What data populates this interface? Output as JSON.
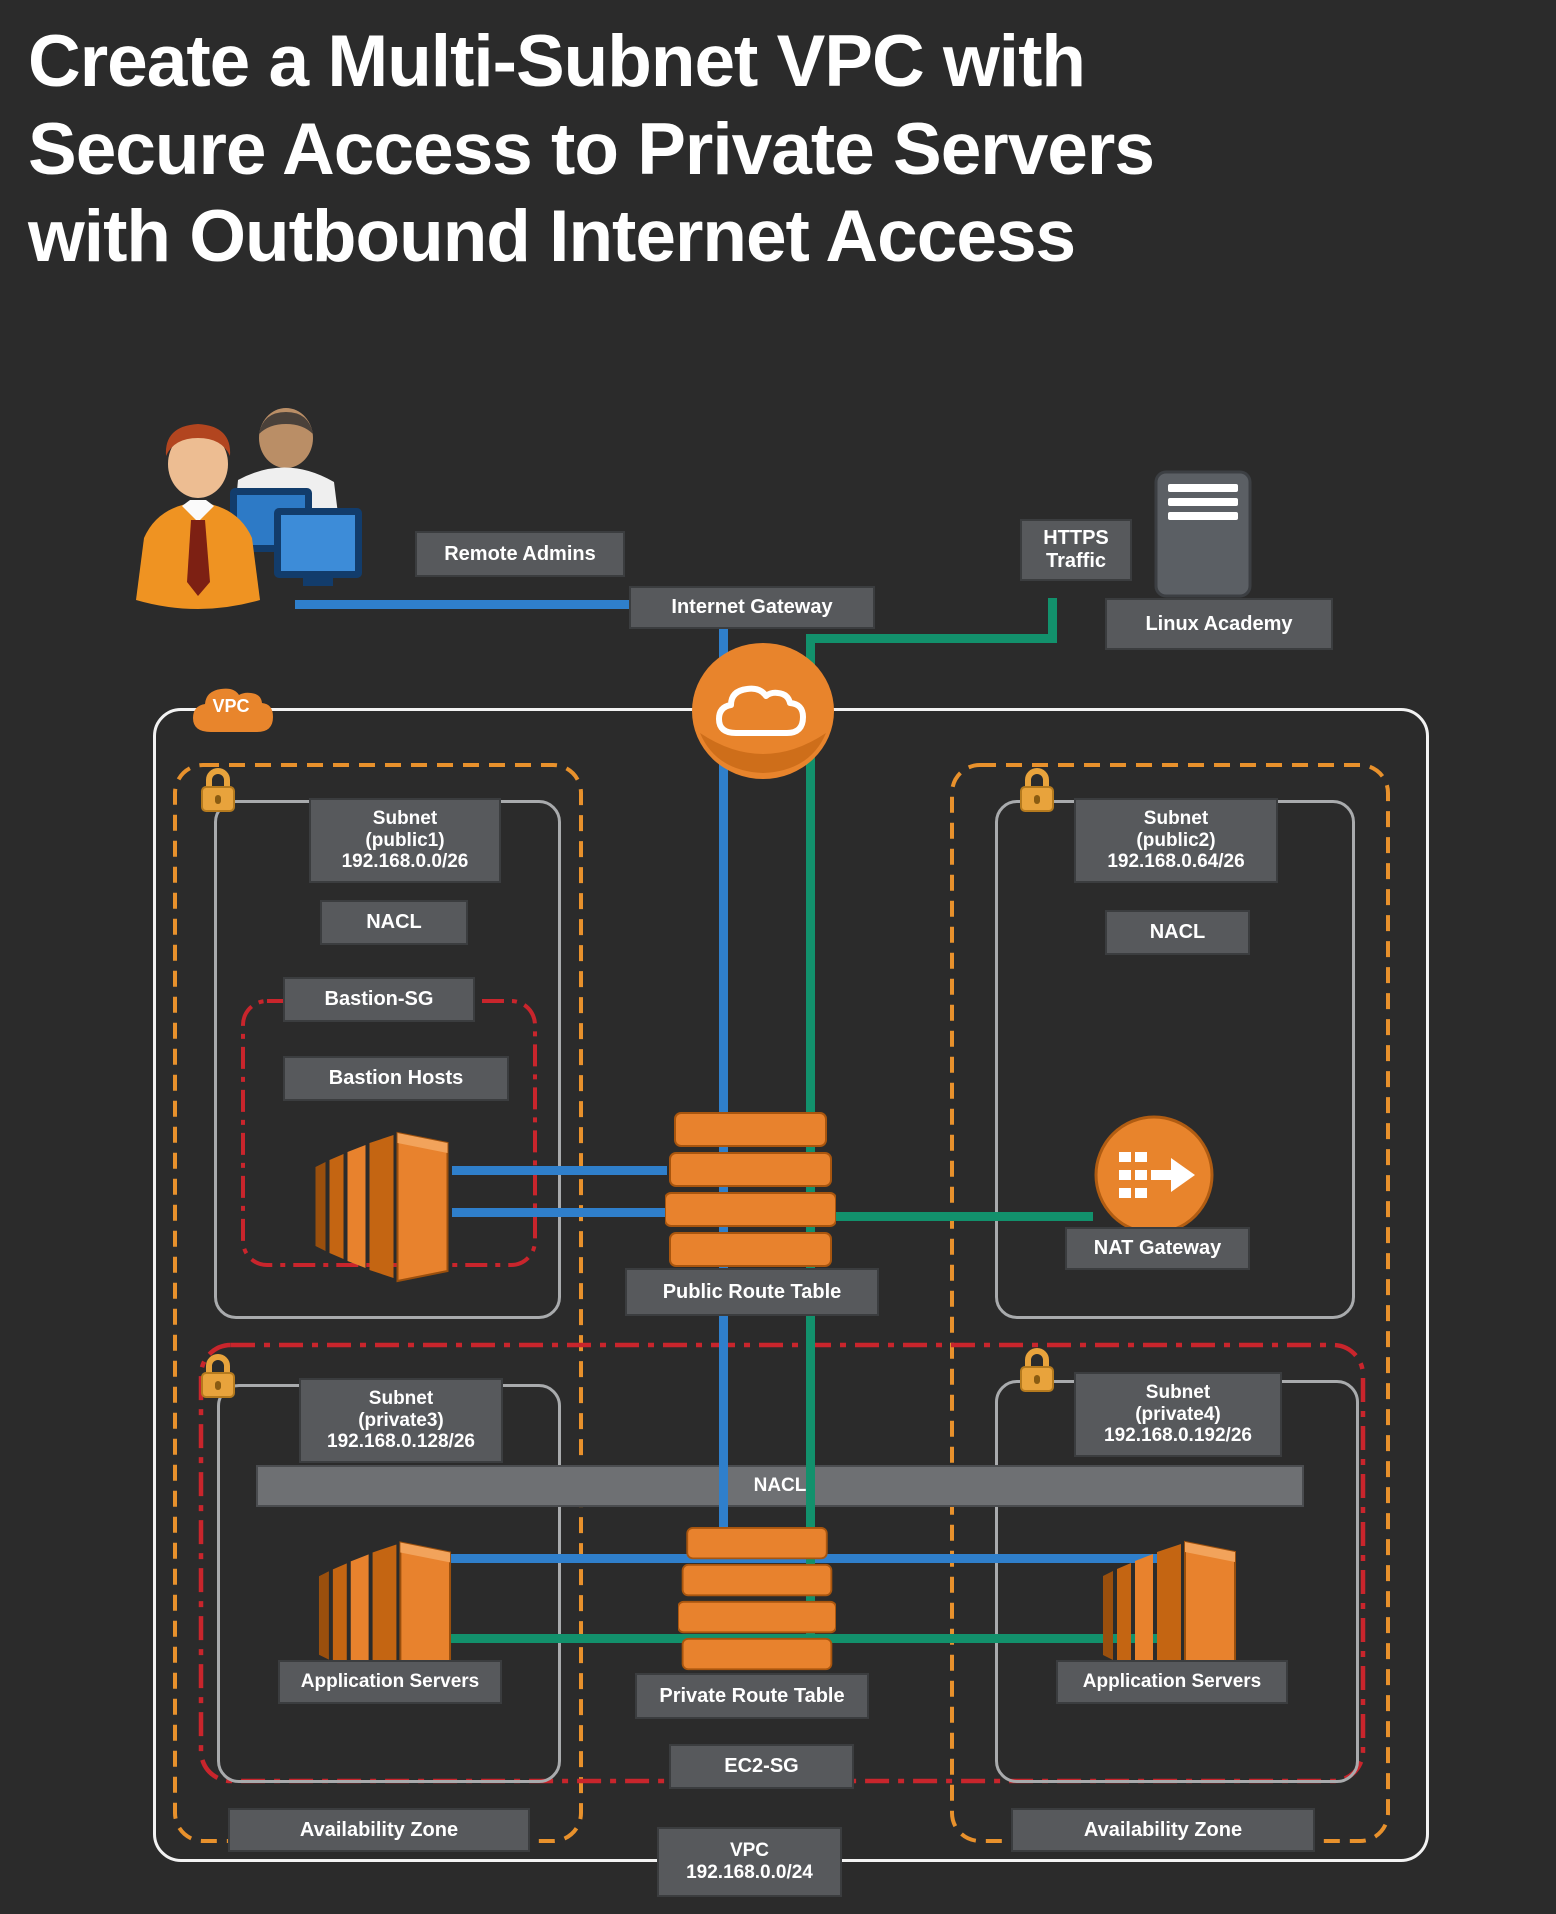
{
  "colors": {
    "background": "#2B2B2B",
    "aws_orange": "#E8842C",
    "ssh_blue": "#2F7FCB",
    "https_green": "#12916C",
    "security_group_red": "#C9252C",
    "availability_zone_orange": "#E8912C",
    "label_gray": "#57595C",
    "text_white": "#FFFFFF"
  },
  "title": {
    "line1": "Create a Multi-Subnet VPC with",
    "line2": "Secure Access to Private Servers",
    "line3": "with Outbound Internet Access"
  },
  "external": {
    "remote_admins": "Remote Admins",
    "internet_gateway": "Internet Gateway",
    "https_line1": "HTTPS",
    "https_line2": "Traffic",
    "linux_academy": "Linux Academy"
  },
  "vpc": {
    "badge": "VPC",
    "availability_zone": "Availability Zone",
    "footer_line1": "VPC",
    "footer_line2": "192.168.0.0/24"
  },
  "subnets": {
    "public1": {
      "line1": "Subnet",
      "line2": "(public1)",
      "line3": "192.168.0.0/26"
    },
    "public2": {
      "line1": "Subnet",
      "line2": "(public2)",
      "line3": "192.168.0.64/26"
    },
    "private3": {
      "line1": "Subnet",
      "line2": "(private3)",
      "line3": "192.168.0.128/26"
    },
    "private4": {
      "line1": "Subnet",
      "line2": "(private4)",
      "line3": "192.168.0.192/26"
    }
  },
  "labels": {
    "nacl": "NACL",
    "bastion_sg": "Bastion-SG",
    "bastion_hosts": "Bastion Hosts",
    "nat_gateway": "NAT Gateway",
    "public_route_table": "Public Route Table",
    "private_route_table": "Private Route Table",
    "application_servers": "Application Servers",
    "ec2_sg": "EC2-SG"
  }
}
